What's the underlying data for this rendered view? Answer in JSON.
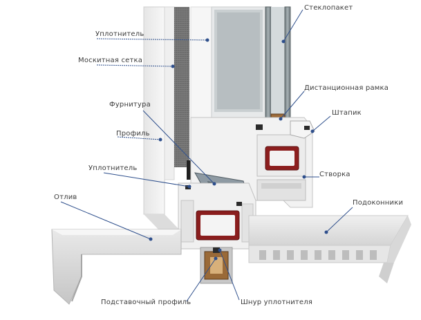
{
  "labels": {
    "steklopaket": "Стеклопакет",
    "uplotnitel_top": "Уплотнитель",
    "moskitnaya": "Москитная сетка",
    "distanc": "Дистанционная рамка",
    "furnitura": "Фурнитура",
    "shtapik": "Штапик",
    "profil": "Профиль",
    "stvorka": "Створка",
    "uplotnitel_mid": "Уплотнитель",
    "otliv": "Отлив",
    "podokonniki": "Подоконники",
    "podstavochny": "Подставочный профиль",
    "shnur": "Шнур уплотнителя"
  },
  "colors": {
    "leader": "#2e4f8c",
    "profile_white": "#f4f4f4",
    "profile_shade": "#d9d9d9",
    "wall": "#ebebeb",
    "glass": "#7f8a8e",
    "steel_red": "#8f1f1f",
    "spacer_wood": "#a0703c",
    "seal_dark": "#2b2b2b"
  }
}
